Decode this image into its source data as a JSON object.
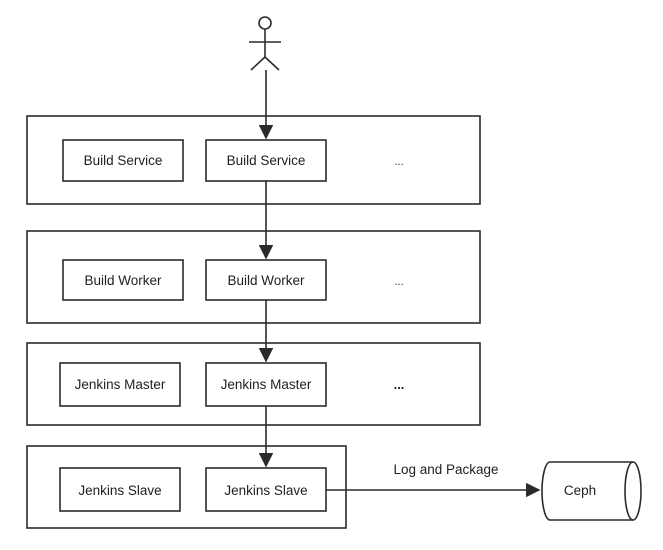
{
  "colors": {
    "stroke": "#2b2b2b",
    "text": "#1f1f1f",
    "background": "#ffffff"
  },
  "actor": {
    "icon": "stick-figure-user"
  },
  "tiers": [
    {
      "name": "build-service",
      "nodes": [
        "Build Service",
        "Build Service"
      ],
      "ellipsis": "..."
    },
    {
      "name": "build-worker",
      "nodes": [
        "Build Worker",
        "Build Worker"
      ],
      "ellipsis": "..."
    },
    {
      "name": "jenkins-master",
      "nodes": [
        "Jenkins Master",
        "Jenkins Master"
      ],
      "ellipsis": "..."
    },
    {
      "name": "jenkins-slave",
      "nodes": [
        "Jenkins Slave",
        "Jenkins Slave"
      ],
      "ellipsis": ""
    }
  ],
  "storage": {
    "label": "Ceph",
    "icon": "cylinder-storage-icon"
  },
  "edge_label": "Log and Package"
}
